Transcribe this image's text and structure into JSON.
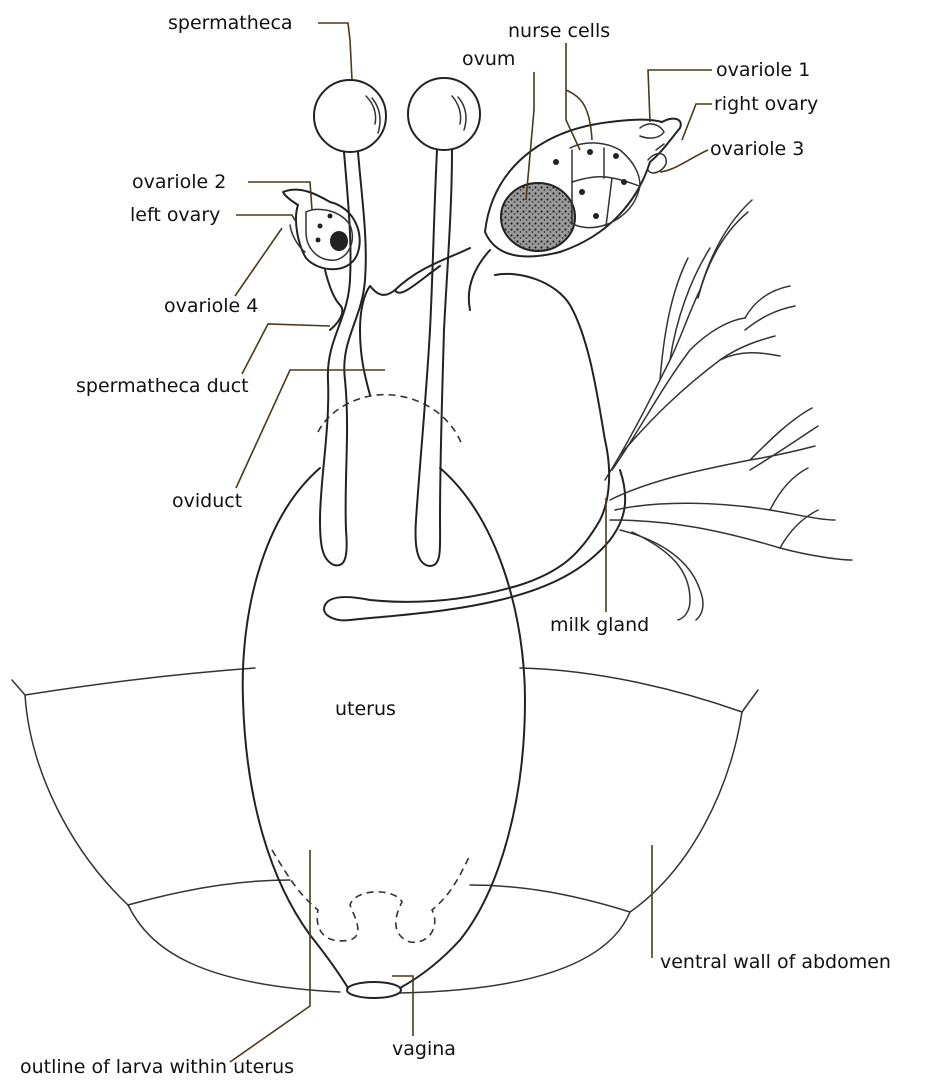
{
  "labels": {
    "spermatheca": "spermatheca",
    "nurse_cells": "nurse cells",
    "ovum": "ovum",
    "ovariole_1": "ovariole 1",
    "right_ovary": "right ovary",
    "ovariole_3": "ovariole 3",
    "ovariole_2": "ovariole 2",
    "left_ovary": "left ovary",
    "ovariole_4": "ovariole 4",
    "spermatheca_duct": "spermatheca duct",
    "oviduct": "oviduct",
    "milk_gland": "milk gland",
    "uterus": "uterus",
    "ventral_wall": "ventral wall of abdomen",
    "vagina": "vagina",
    "larva_outline": "outline of larva within uterus"
  },
  "colors": {
    "ink": "#222222",
    "leader": "#4a3a1a",
    "ovum_fill": "#555555"
  }
}
